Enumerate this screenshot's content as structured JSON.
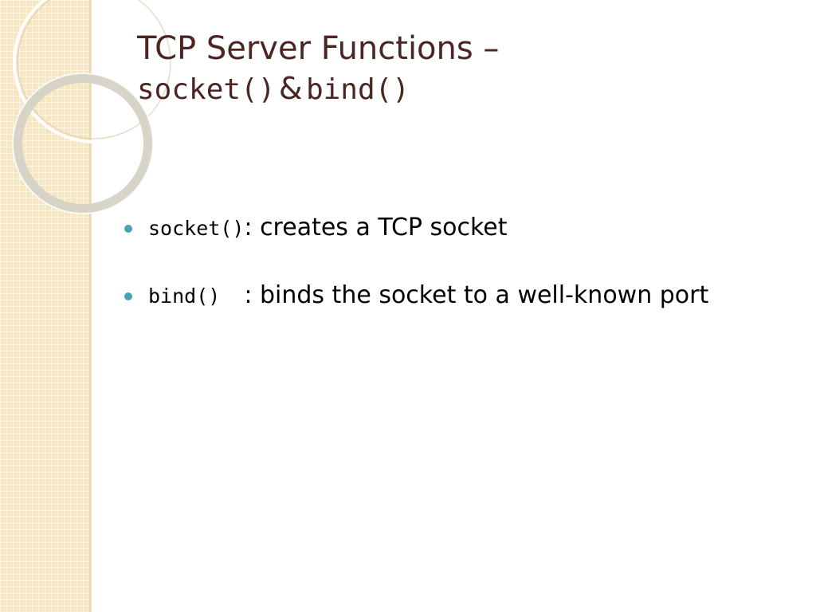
{
  "slide": {
    "title": {
      "line1": "TCP Server Functions –",
      "line2_code1": "socket()",
      "line2_amp": "&",
      "line2_code2": "bind()"
    },
    "bullets": [
      {
        "code": "socket()",
        "text": ": creates a TCP socket"
      },
      {
        "code": "bind()",
        "text": ": binds the socket to a well-known port"
      }
    ]
  },
  "colors": {
    "title": "#4a2521",
    "bullet_dot": "#4aa2b2",
    "side_band": "#f6e7c2",
    "background": "#ffffff"
  }
}
